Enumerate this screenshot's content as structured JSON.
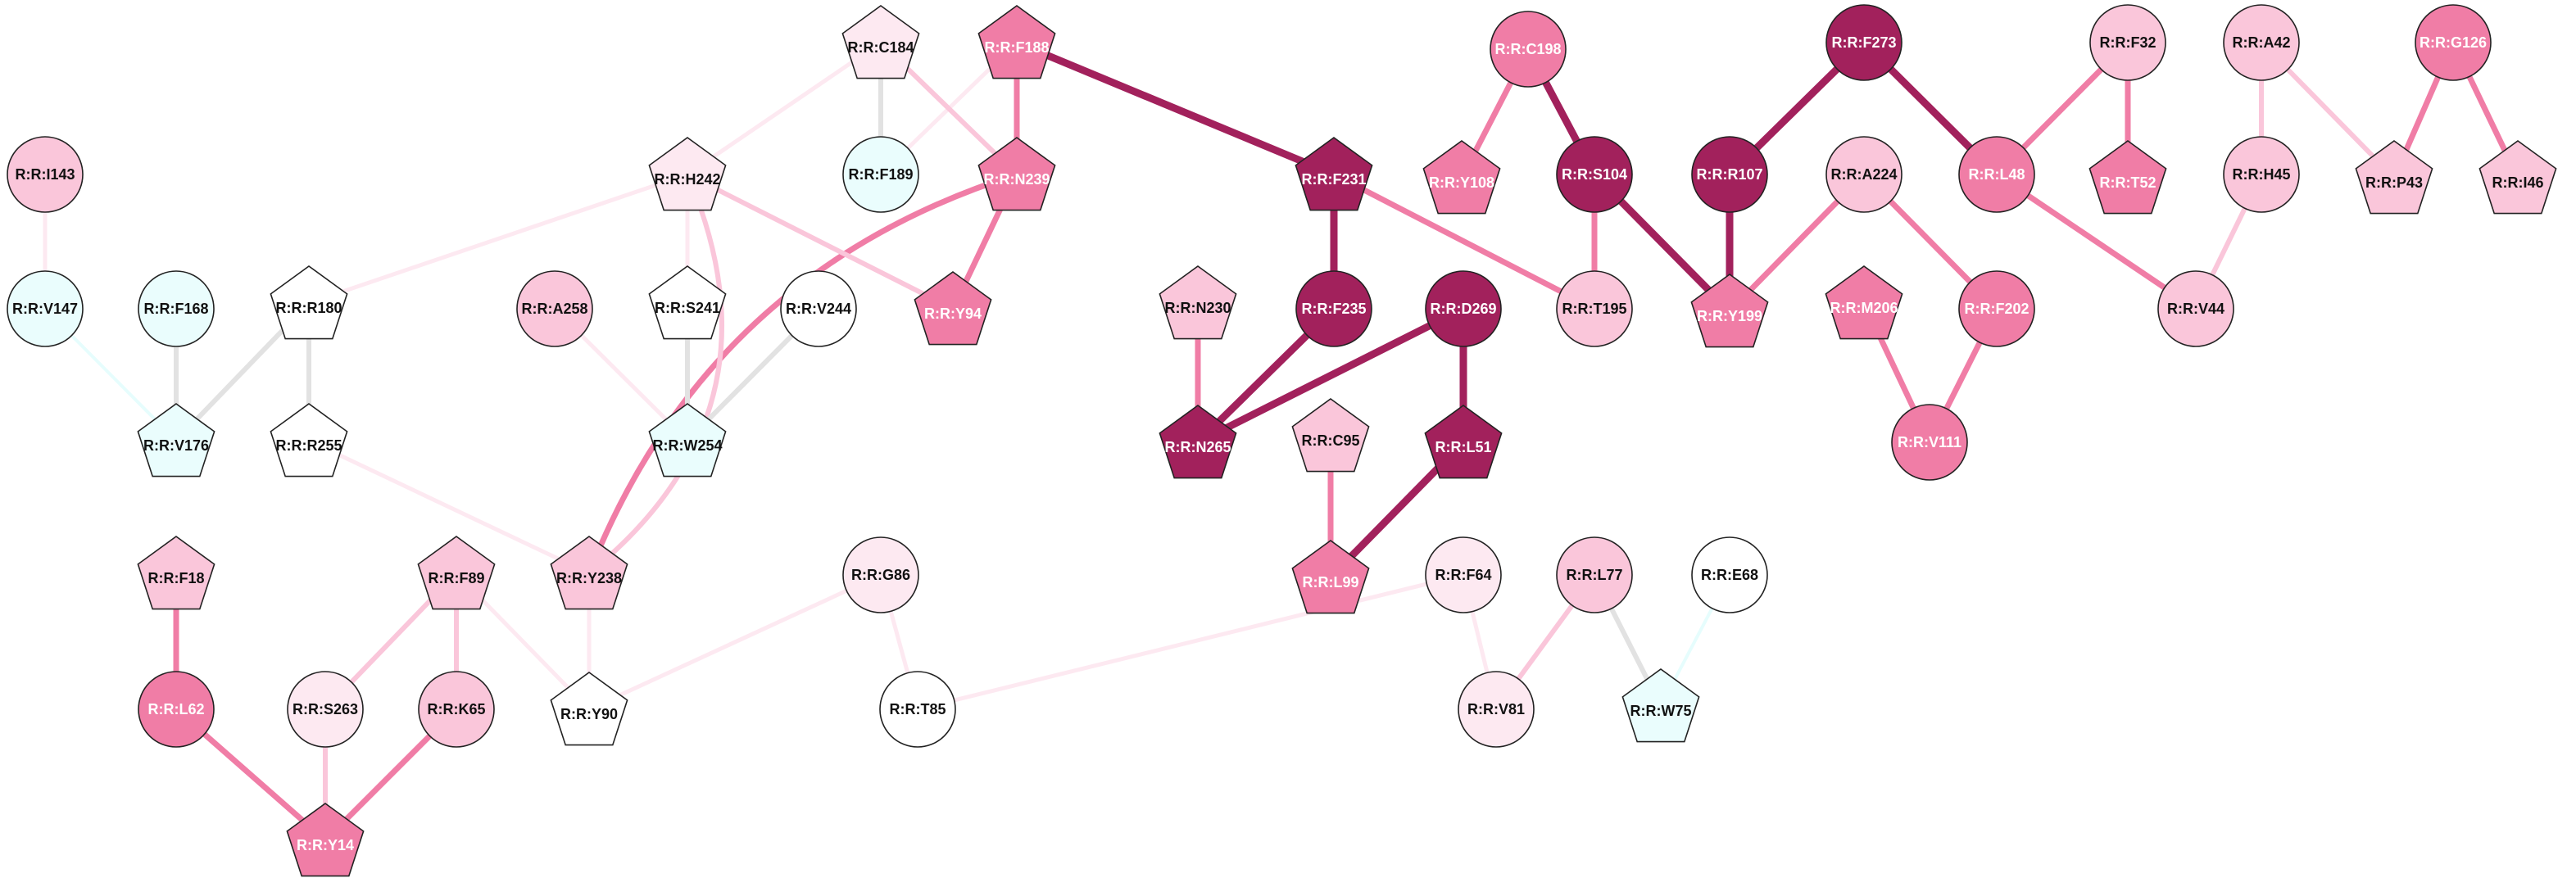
{
  "colors": {
    "dark": "#a2215c",
    "medium": "#f07da6",
    "light": "#fac6da",
    "pale": "#fde9f1",
    "white": "#ffffff",
    "cyan": "#eafdfd",
    "edge_gray": "#e2e2e2",
    "edge_cyan": "#e6fdfd"
  },
  "nodes": [
    {
      "id": "n_c184",
      "label": "R:R:C184",
      "shape": "pentagon",
      "tone": "pale"
    },
    {
      "id": "n_f188",
      "label": "R:R:F188",
      "shape": "pentagon",
      "tone": "medium"
    },
    {
      "id": "n_c198",
      "label": "R:R:C198",
      "shape": "circle",
      "tone": "medium"
    },
    {
      "id": "n_f273",
      "label": "R:R:F273",
      "shape": "circle",
      "tone": "dark"
    },
    {
      "id": "n_f32",
      "label": "R:R:F32",
      "shape": "circle",
      "tone": "light"
    },
    {
      "id": "n_a42",
      "label": "R:R:A42",
      "shape": "circle",
      "tone": "light"
    },
    {
      "id": "n_g126",
      "label": "R:R:G126",
      "shape": "circle",
      "tone": "medium"
    },
    {
      "id": "n_i143",
      "label": "R:R:I143",
      "shape": "circle",
      "tone": "light"
    },
    {
      "id": "n_h242",
      "label": "R:R:H242",
      "shape": "pentagon",
      "tone": "pale"
    },
    {
      "id": "n_f189",
      "label": "R:R:F189",
      "shape": "circle",
      "tone": "cyan"
    },
    {
      "id": "n_n239",
      "label": "R:R:N239",
      "shape": "pentagon",
      "tone": "medium"
    },
    {
      "id": "n_f231",
      "label": "R:R:F231",
      "shape": "pentagon",
      "tone": "dark"
    },
    {
      "id": "n_y108",
      "label": "R:R:Y108",
      "shape": "pentagon",
      "tone": "medium"
    },
    {
      "id": "n_s104",
      "label": "R:R:S104",
      "shape": "circle",
      "tone": "dark"
    },
    {
      "id": "n_r107",
      "label": "R:R:R107",
      "shape": "circle",
      "tone": "dark"
    },
    {
      "id": "n_a224",
      "label": "R:R:A224",
      "shape": "circle",
      "tone": "light"
    },
    {
      "id": "n_l48",
      "label": "R:R:L48",
      "shape": "circle",
      "tone": "medium"
    },
    {
      "id": "n_t52",
      "label": "R:R:T52",
      "shape": "pentagon",
      "tone": "medium"
    },
    {
      "id": "n_h45",
      "label": "R:R:H45",
      "shape": "circle",
      "tone": "light"
    },
    {
      "id": "n_p43",
      "label": "R:R:P43",
      "shape": "pentagon",
      "tone": "light"
    },
    {
      "id": "n_i46",
      "label": "R:R:I46",
      "shape": "pentagon",
      "tone": "light"
    },
    {
      "id": "n_v147",
      "label": "R:R:V147",
      "shape": "circle",
      "tone": "cyan"
    },
    {
      "id": "n_f168",
      "label": "R:R:F168",
      "shape": "circle",
      "tone": "cyan"
    },
    {
      "id": "n_r180",
      "label": "R:R:R180",
      "shape": "pentagon",
      "tone": "white"
    },
    {
      "id": "n_a258",
      "label": "R:R:A258",
      "shape": "circle",
      "tone": "light"
    },
    {
      "id": "n_s241",
      "label": "R:R:S241",
      "shape": "pentagon",
      "tone": "white"
    },
    {
      "id": "n_v244",
      "label": "R:R:V244",
      "shape": "circle",
      "tone": "white"
    },
    {
      "id": "n_y94",
      "label": "R:R:Y94",
      "shape": "pentagon",
      "tone": "medium"
    },
    {
      "id": "n_n230",
      "label": "R:R:N230",
      "shape": "pentagon",
      "tone": "light"
    },
    {
      "id": "n_f235",
      "label": "R:R:F235",
      "shape": "circle",
      "tone": "dark"
    },
    {
      "id": "n_d269",
      "label": "R:R:D269",
      "shape": "circle",
      "tone": "dark"
    },
    {
      "id": "n_t195",
      "label": "R:R:T195",
      "shape": "circle",
      "tone": "light"
    },
    {
      "id": "n_y199",
      "label": "R:R:Y199",
      "shape": "pentagon",
      "tone": "medium"
    },
    {
      "id": "n_m206",
      "label": "R:R:M206",
      "shape": "pentagon",
      "tone": "medium"
    },
    {
      "id": "n_f202",
      "label": "R:R:F202",
      "shape": "circle",
      "tone": "medium"
    },
    {
      "id": "n_v44",
      "label": "R:R:V44",
      "shape": "circle",
      "tone": "light"
    },
    {
      "id": "n_v176",
      "label": "R:R:V176",
      "shape": "pentagon",
      "tone": "cyan"
    },
    {
      "id": "n_r255",
      "label": "R:R:R255",
      "shape": "pentagon",
      "tone": "white"
    },
    {
      "id": "n_w254",
      "label": "R:R:W254",
      "shape": "pentagon",
      "tone": "cyan"
    },
    {
      "id": "n_n265",
      "label": "R:R:N265",
      "shape": "pentagon",
      "tone": "dark"
    },
    {
      "id": "n_c95",
      "label": "R:R:C95",
      "shape": "pentagon",
      "tone": "light"
    },
    {
      "id": "n_l51",
      "label": "R:R:L51",
      "shape": "pentagon",
      "tone": "dark"
    },
    {
      "id": "n_v111",
      "label": "R:R:V111",
      "shape": "circle",
      "tone": "medium"
    },
    {
      "id": "n_f18",
      "label": "R:R:F18",
      "shape": "pentagon",
      "tone": "light"
    },
    {
      "id": "n_f89",
      "label": "R:R:F89",
      "shape": "pentagon",
      "tone": "light"
    },
    {
      "id": "n_y238",
      "label": "R:R:Y238",
      "shape": "pentagon",
      "tone": "light"
    },
    {
      "id": "n_g86",
      "label": "R:R:G86",
      "shape": "circle",
      "tone": "pale"
    },
    {
      "id": "n_l99",
      "label": "R:R:L99",
      "shape": "pentagon",
      "tone": "medium"
    },
    {
      "id": "n_f64",
      "label": "R:R:F64",
      "shape": "circle",
      "tone": "pale"
    },
    {
      "id": "n_l77",
      "label": "R:R:L77",
      "shape": "circle",
      "tone": "light"
    },
    {
      "id": "n_e68",
      "label": "R:R:E68",
      "shape": "circle",
      "tone": "white"
    },
    {
      "id": "n_l62",
      "label": "R:R:L62",
      "shape": "circle",
      "tone": "medium"
    },
    {
      "id": "n_s263",
      "label": "R:R:S263",
      "shape": "circle",
      "tone": "pale"
    },
    {
      "id": "n_k65",
      "label": "R:R:K65",
      "shape": "circle",
      "tone": "light"
    },
    {
      "id": "n_y90",
      "label": "R:R:Y90",
      "shape": "pentagon",
      "tone": "white"
    },
    {
      "id": "n_t85",
      "label": "R:R:T85",
      "shape": "circle",
      "tone": "white"
    },
    {
      "id": "n_v81",
      "label": "R:R:V81",
      "shape": "circle",
      "tone": "pale"
    },
    {
      "id": "n_w75",
      "label": "R:R:W75",
      "shape": "pentagon",
      "tone": "cyan"
    },
    {
      "id": "n_y14",
      "label": "R:R:Y14",
      "shape": "pentagon",
      "tone": "medium"
    }
  ],
  "edges": [
    {
      "from": "n_f188",
      "to": "n_f231",
      "tone": "dark"
    },
    {
      "from": "n_f188",
      "to": "n_n239",
      "tone": "medium"
    },
    {
      "from": "n_f188",
      "to": "n_f189",
      "tone": "pale"
    },
    {
      "from": "n_c184",
      "to": "n_f189",
      "tone": "gray"
    },
    {
      "from": "n_c184",
      "to": "n_n239",
      "tone": "light"
    },
    {
      "from": "n_c184",
      "to": "n_h242",
      "tone": "pale"
    },
    {
      "from": "n_n239",
      "to": "n_y94",
      "tone": "medium"
    },
    {
      "from": "n_n239",
      "to": "n_y238",
      "tone": "medium",
      "curve": "right"
    },
    {
      "from": "n_h242",
      "to": "n_y94",
      "tone": "light"
    },
    {
      "from": "n_h242",
      "to": "n_y238",
      "tone": "light",
      "curve": "left"
    },
    {
      "from": "n_h242",
      "to": "n_s241",
      "tone": "pale"
    },
    {
      "from": "n_h242",
      "to": "n_r180",
      "tone": "pale"
    },
    {
      "from": "n_i143",
      "to": "n_v147",
      "tone": "pale"
    },
    {
      "from": "n_v147",
      "to": "n_v176",
      "tone": "cyan"
    },
    {
      "from": "n_f168",
      "to": "n_v176",
      "tone": "gray"
    },
    {
      "from": "n_r180",
      "to": "n_v176",
      "tone": "gray"
    },
    {
      "from": "n_r180",
      "to": "n_r255",
      "tone": "gray"
    },
    {
      "from": "n_r255",
      "to": "n_y238",
      "tone": "pale"
    },
    {
      "from": "n_a258",
      "to": "n_w254",
      "tone": "pale"
    },
    {
      "from": "n_s241",
      "to": "n_w254",
      "tone": "gray"
    },
    {
      "from": "n_v244",
      "to": "n_w254",
      "tone": "gray"
    },
    {
      "from": "n_f231",
      "to": "n_f235",
      "tone": "dark"
    },
    {
      "from": "n_f231",
      "to": "n_t195",
      "tone": "medium"
    },
    {
      "from": "n_f235",
      "to": "n_n265",
      "tone": "dark"
    },
    {
      "from": "n_d269",
      "to": "n_n265",
      "tone": "dark"
    },
    {
      "from": "n_d269",
      "to": "n_l51",
      "tone": "dark"
    },
    {
      "from": "n_n230",
      "to": "n_n265",
      "tone": "medium"
    },
    {
      "from": "n_l51",
      "to": "n_l99",
      "tone": "dark"
    },
    {
      "from": "n_c95",
      "to": "n_l99",
      "tone": "medium"
    },
    {
      "from": "n_c198",
      "to": "n_y108",
      "tone": "medium"
    },
    {
      "from": "n_c198",
      "to": "n_s104",
      "tone": "dark"
    },
    {
      "from": "n_s104",
      "to": "n_t195",
      "tone": "medium"
    },
    {
      "from": "n_s104",
      "to": "n_y199",
      "tone": "dark"
    },
    {
      "from": "n_f273",
      "to": "n_r107",
      "tone": "dark"
    },
    {
      "from": "n_f273",
      "to": "n_l48",
      "tone": "dark"
    },
    {
      "from": "n_r107",
      "to": "n_y199",
      "tone": "dark"
    },
    {
      "from": "n_a224",
      "to": "n_y199",
      "tone": "medium"
    },
    {
      "from": "n_a224",
      "to": "n_f202",
      "tone": "medium"
    },
    {
      "from": "n_m206",
      "to": "n_v111",
      "tone": "medium"
    },
    {
      "from": "n_f202",
      "to": "n_v111",
      "tone": "medium"
    },
    {
      "from": "n_f32",
      "to": "n_l48",
      "tone": "medium"
    },
    {
      "from": "n_f32",
      "to": "n_t52",
      "tone": "medium"
    },
    {
      "from": "n_l48",
      "to": "n_v44",
      "tone": "medium"
    },
    {
      "from": "n_a42",
      "to": "n_h45",
      "tone": "light"
    },
    {
      "from": "n_a42",
      "to": "n_p43",
      "tone": "light"
    },
    {
      "from": "n_h45",
      "to": "n_v44",
      "tone": "light"
    },
    {
      "from": "n_g126",
      "to": "n_p43",
      "tone": "medium"
    },
    {
      "from": "n_g126",
      "to": "n_i46",
      "tone": "medium"
    },
    {
      "from": "n_f18",
      "to": "n_l62",
      "tone": "medium"
    },
    {
      "from": "n_l62",
      "to": "n_y14",
      "tone": "medium"
    },
    {
      "from": "n_f89",
      "to": "n_s263",
      "tone": "light"
    },
    {
      "from": "n_f89",
      "to": "n_k65",
      "tone": "light"
    },
    {
      "from": "n_f89",
      "to": "n_y90",
      "tone": "pale"
    },
    {
      "from": "n_s263",
      "to": "n_y14",
      "tone": "light"
    },
    {
      "from": "n_k65",
      "to": "n_y14",
      "tone": "medium"
    },
    {
      "from": "n_y238",
      "to": "n_y90",
      "tone": "pale"
    },
    {
      "from": "n_g86",
      "to": "n_y90",
      "tone": "pale"
    },
    {
      "from": "n_g86",
      "to": "n_t85",
      "tone": "pale"
    },
    {
      "from": "n_f64",
      "to": "n_t85",
      "tone": "pale"
    },
    {
      "from": "n_f64",
      "to": "n_v81",
      "tone": "pale"
    },
    {
      "from": "n_l77",
      "to": "n_v81",
      "tone": "light"
    },
    {
      "from": "n_l77",
      "to": "n_w75",
      "tone": "gray"
    },
    {
      "from": "n_e68",
      "to": "n_w75",
      "tone": "cyan"
    }
  ]
}
